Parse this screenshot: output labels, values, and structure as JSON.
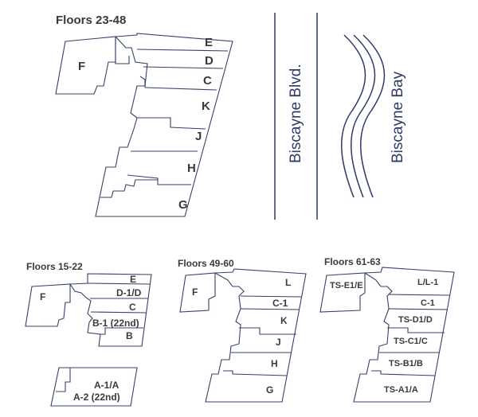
{
  "plans": {
    "main": {
      "title": "Floors 23-48",
      "units": [
        "E",
        "D",
        "C",
        "K",
        "J",
        "H",
        "G",
        "F"
      ]
    },
    "floors_15_22": {
      "title": "Floors 15-22",
      "units": [
        "E",
        "D-1/D",
        "C",
        "B-1 (22nd)",
        "B",
        "F"
      ]
    },
    "floors_15_22_lower": {
      "units": [
        "A-1/A",
        "A-2 (22nd)"
      ]
    },
    "floors_49_60": {
      "title": "Floors 49-60",
      "units": [
        "L",
        "C-1",
        "K",
        "J",
        "H",
        "G",
        "F"
      ]
    },
    "floors_61_63": {
      "title": "Floors 61-63",
      "units": [
        "TS-E1/E",
        "L/L-1",
        "C-1",
        "TS-D1/D",
        "TS-C1/C",
        "TS-B1/B",
        "TS-A1/A"
      ]
    }
  },
  "streets": {
    "boulevard": "Biscayne Blvd.",
    "bay": "Biscayne Bay"
  }
}
